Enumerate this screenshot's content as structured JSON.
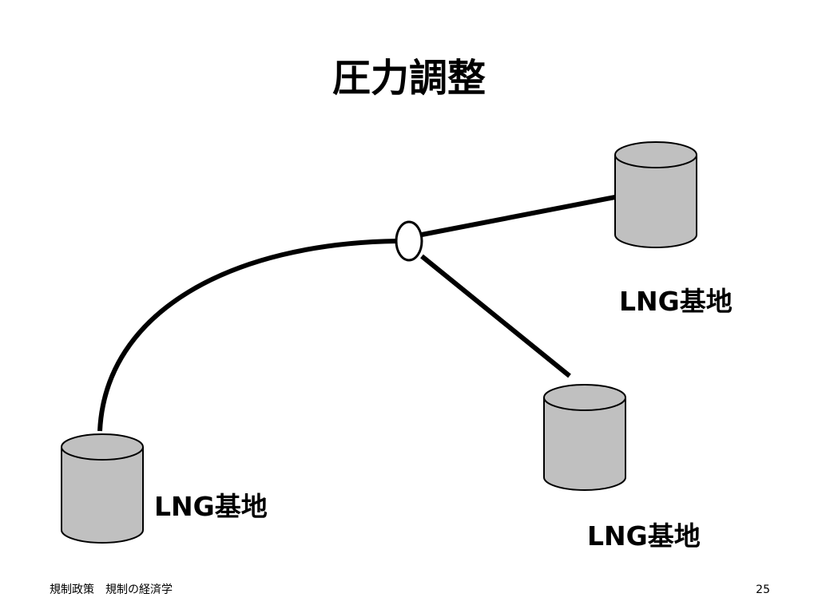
{
  "slide": {
    "title": "圧力調整",
    "sites": [
      {
        "label": "LNG基地"
      },
      {
        "label": "LNG基地"
      },
      {
        "label": "LNG基地"
      }
    ],
    "footer": {
      "course": "規制政策　規制の経済学",
      "page_number": "25"
    }
  },
  "colors": {
    "tank_fill": "#c0c0c0",
    "line": "#000000",
    "background": "#ffffff"
  }
}
